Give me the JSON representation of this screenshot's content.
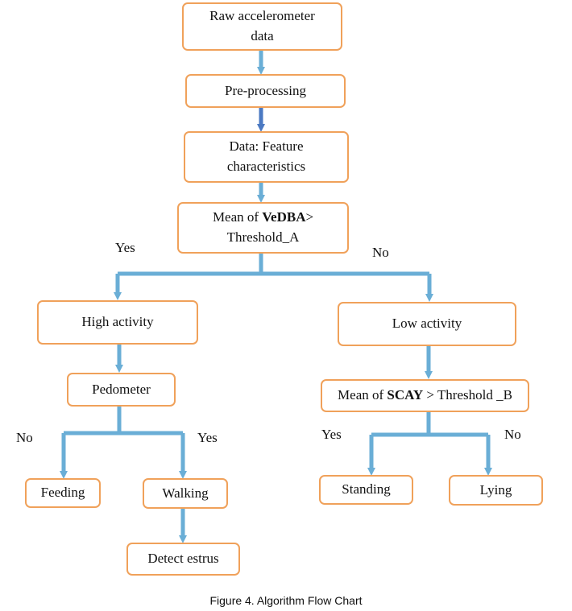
{
  "accent": "#f0a15a",
  "connector_color": "#6aaed6",
  "nodes": {
    "raw": {
      "line1": "Raw accelerometer",
      "line2": "data"
    },
    "pre": {
      "label": "Pre-processing"
    },
    "feature": {
      "line1": "Data: Feature",
      "line2": "characteristics"
    },
    "vedba": {
      "prefix": "Mean of ",
      "bold": "VeDBA",
      "suffix": ">",
      "line2": "Threshold_A"
    },
    "high": {
      "label": "High activity"
    },
    "low": {
      "label": "Low activity"
    },
    "pedometer": {
      "label": "Pedometer"
    },
    "scay": {
      "prefix": "Mean of ",
      "bold": "SCAY",
      "suffix": " > Threshold _B"
    },
    "feeding": {
      "label": "Feeding"
    },
    "walking": {
      "label": "Walking"
    },
    "estrus": {
      "label": "Detect estrus"
    },
    "standing": {
      "label": "Standing"
    },
    "lying": {
      "label": "Lying"
    }
  },
  "edge_labels": {
    "vedba_yes": "Yes",
    "vedba_no": "No",
    "pedometer_no": "No",
    "pedometer_yes": "Yes",
    "scay_yes": "Yes",
    "scay_no": "No"
  },
  "caption": "Figure 4. Algorithm Flow Chart"
}
